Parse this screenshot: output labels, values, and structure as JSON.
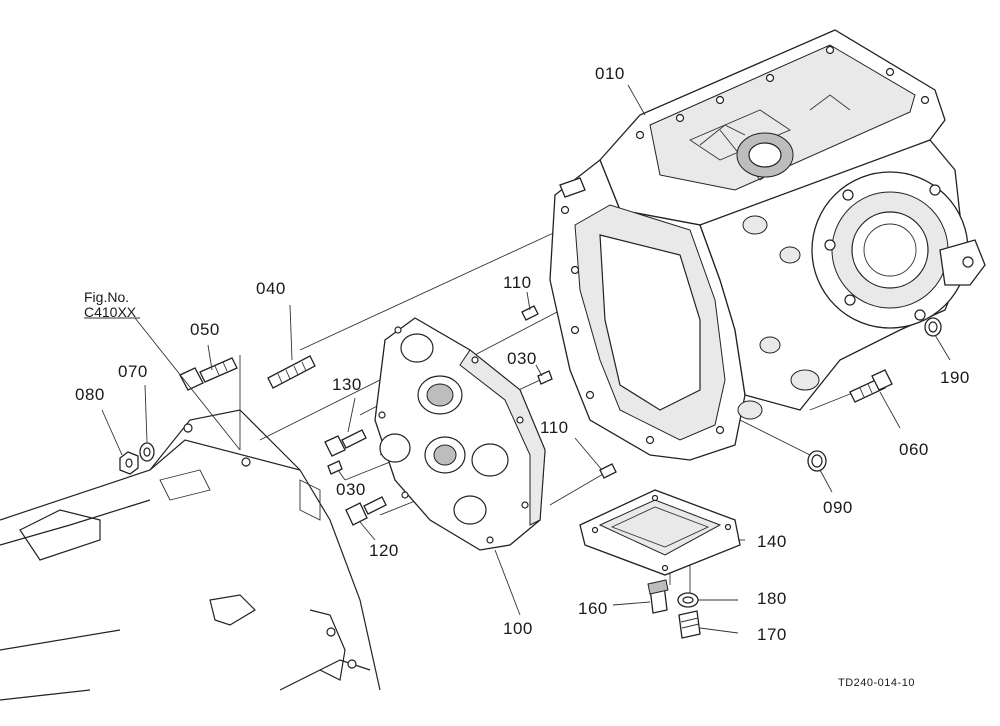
{
  "figure_ref": {
    "label": "Fig.No.",
    "code": "C410XX"
  },
  "callouts": {
    "c010": "010",
    "c030a": "030",
    "c030b": "030",
    "c040": "040",
    "c050": "050",
    "c060": "060",
    "c070": "070",
    "c080": "080",
    "c090": "090",
    "c100": "100",
    "c110a": "110",
    "c110b": "110",
    "c120": "120",
    "c130": "130",
    "c140": "140",
    "c160": "160",
    "c170": "170",
    "c180": "180",
    "c190": "190"
  },
  "drawing_id": "TD240-014-10"
}
